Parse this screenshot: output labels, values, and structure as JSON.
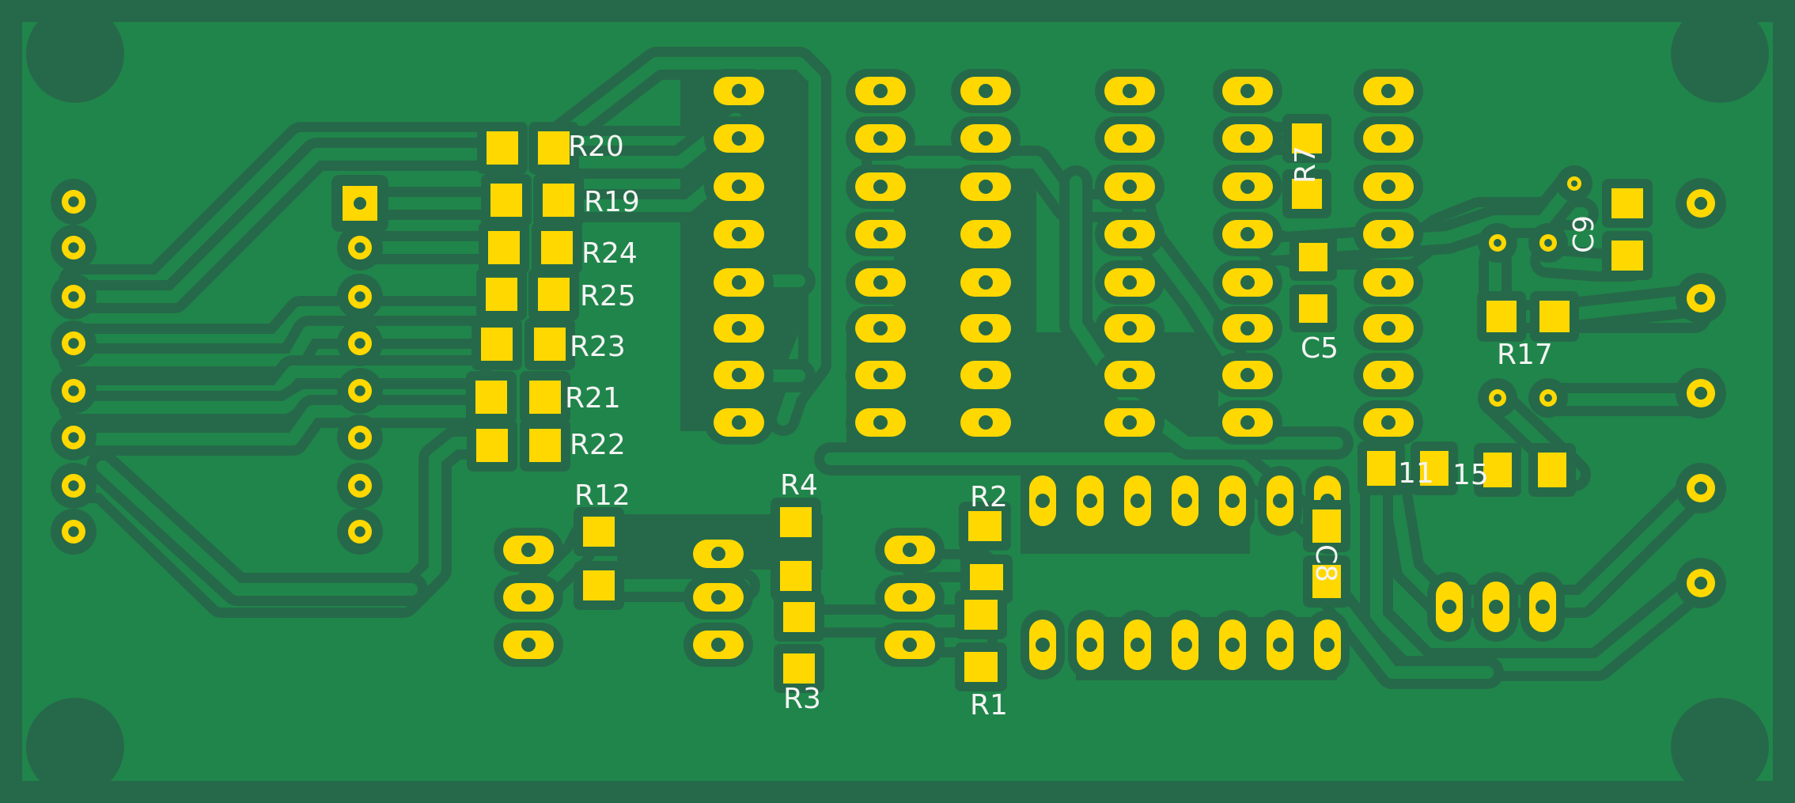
{
  "board": {
    "colors": {
      "substrate": "#26694a",
      "copper_fill": "#20854a",
      "clearance": "#26694a",
      "pad": "#ffd800",
      "drill": "#26694a",
      "silkscreen": "#f4f4f4"
    }
  },
  "labels": {
    "R20": "R20",
    "R19": "R19",
    "R24": "R24",
    "R25": "R25",
    "R23": "R23",
    "R21": "R21",
    "R22": "R22",
    "R12": "R12",
    "R4": "R4",
    "R3": "R3",
    "R2": "R2",
    "R1": "R1",
    "R7": "R7",
    "C5": "C5",
    "C9": "C9",
    "R17": "R17",
    "C8": "C8",
    "L11": "11",
    "L15": "15"
  }
}
